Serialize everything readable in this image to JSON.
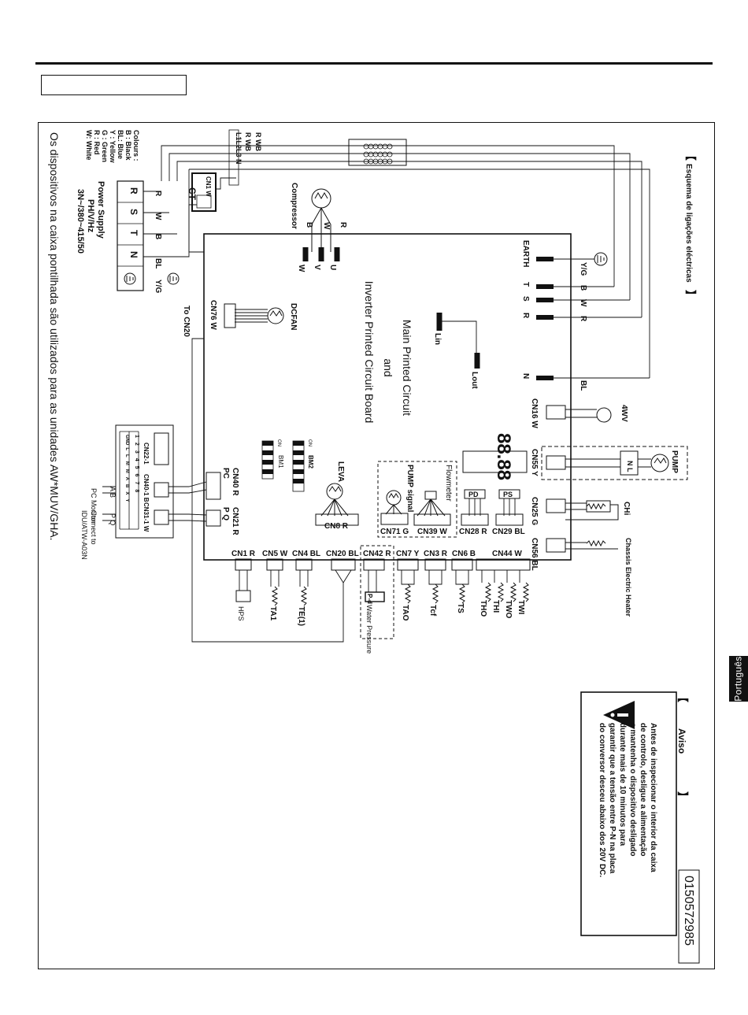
{
  "side_tab": "Português",
  "diagram": {
    "title": "Esquema de ligações eléctricas",
    "colours": {
      "heading": "Colours :",
      "entries": [
        "B : Black",
        "BL: Blue",
        "Y : Yellow",
        "G : Green",
        "R : Red",
        "W: White"
      ]
    },
    "power_supply": {
      "label": "Power Supply",
      "freq": "PH/V/Hz",
      "spec": "3N~/380~415/50",
      "terminals": [
        "R",
        "S",
        "T",
        "N"
      ],
      "wires": [
        "R",
        "W",
        "B",
        "BL",
        "Y/G"
      ]
    },
    "ct_label": "CT",
    "cn1_label": "CN1 W",
    "reactor_wires": {
      "row1": "R WB",
      "row2": "R WB",
      "row3": "L1L2L3 N"
    },
    "compressor": {
      "label": "Compressor",
      "wire_colors": [
        "B",
        "W",
        "R"
      ],
      "phases": [
        "W",
        "V",
        "U"
      ]
    },
    "board": {
      "title": [
        "Main Printed Circuit",
        "and",
        "Inverter Printed Circuit Board"
      ],
      "earth": "EARTH",
      "tsr": [
        "T",
        "S",
        "R"
      ],
      "n": "N",
      "lin": "Lin",
      "lout": "Lout",
      "dcfan": "DCFAN",
      "cn76": "CN76 W",
      "to_cn20": "To CN20",
      "bm1": "BM1",
      "bm2": "BM2",
      "on": "ON",
      "leva": "LEVA",
      "cn8": "CN8  R",
      "pump_signal": "PUMP signal",
      "cn71": "CN71 G",
      "flowmeter": "Flowmeter",
      "cn39": "CN39 W",
      "pd": "PD",
      "cn28": "CN28 R",
      "ps": "PS",
      "cn29": "CN29 BL",
      "cn40": "CN40 R",
      "pc": "PC",
      "cn21": "CN21 R",
      "pq": "P Q",
      "cn16": "CN16 W",
      "cn55": "CN55 Y",
      "cn25": "CN25  G",
      "cn56": "CN56  BL",
      "display": "88.88"
    },
    "right_labels": {
      "yg": "Y/G",
      "b": "B",
      "w": "W",
      "r": "R",
      "bl": "BL",
      "fourwv": "4WV",
      "pump": "PUMP",
      "chi": "CHi",
      "chassis": "Chassis Electric Heater",
      "nl": "N  L"
    },
    "bottom_connectors": [
      "CN1 R",
      "CN5 W",
      "CN4 BL",
      "CN20 BL",
      "CN42 R",
      "CN7 Y",
      "CN3 R",
      "CN6 B",
      "CN44 W"
    ],
    "sensors": {
      "hps": "HPS",
      "ta1": "TA1",
      "te1": "TE(1)",
      "water_pressure": "Water Pressure",
      "pd_tag": "P-d",
      "tao": "TAO",
      "tcf": "Tcf",
      "ts": "TS",
      "tho": "THO",
      "thi": "THI",
      "two": "TWO",
      "twi": "TWI"
    },
    "comm": {
      "cn22": "CN22-1",
      "cn40_1": "CN40-1 B",
      "cn31_1": "CN31-1 W",
      "terminal_numbers": [
        "1",
        "2",
        "3",
        "4",
        "5",
        "6",
        "7",
        "8"
      ],
      "terminal_letters": [
        "GND",
        "L",
        "L",
        "M",
        "M",
        "A",
        "B",
        "X",
        "Y"
      ],
      "ab": "A B",
      "pq": "P Q",
      "pc_monitor": "PC Monitor",
      "connect_to": "Connect to",
      "idu": "IDU/ATW-A03N"
    },
    "note": "Os dispositivos na caixa pontilhada são utilizados para as unidades AW*MUV/GHA.",
    "warning": {
      "title": "Aviso",
      "lines": [
        "Antes de inspecionar o interior da caixa",
        "de controlo, desligue a alimentação",
        "e mantenha o dispositivo desligado",
        "durante mais de 10 minutos para",
        "garantir que a tensão entre P-N na placa",
        "do conversor desceu abaixo dos 20V DC."
      ]
    },
    "code": "0150572985"
  }
}
